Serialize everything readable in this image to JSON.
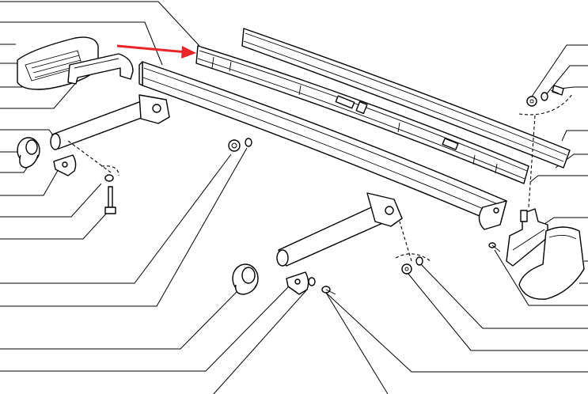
{
  "diagram": {
    "description_colors": {
      "line": "#000000",
      "background": "#ffffff",
      "pointer_arrow": "#e8262a"
    },
    "callout_count_left": 14,
    "callout_count_right": 11,
    "callout_count_bottom": 2
  }
}
